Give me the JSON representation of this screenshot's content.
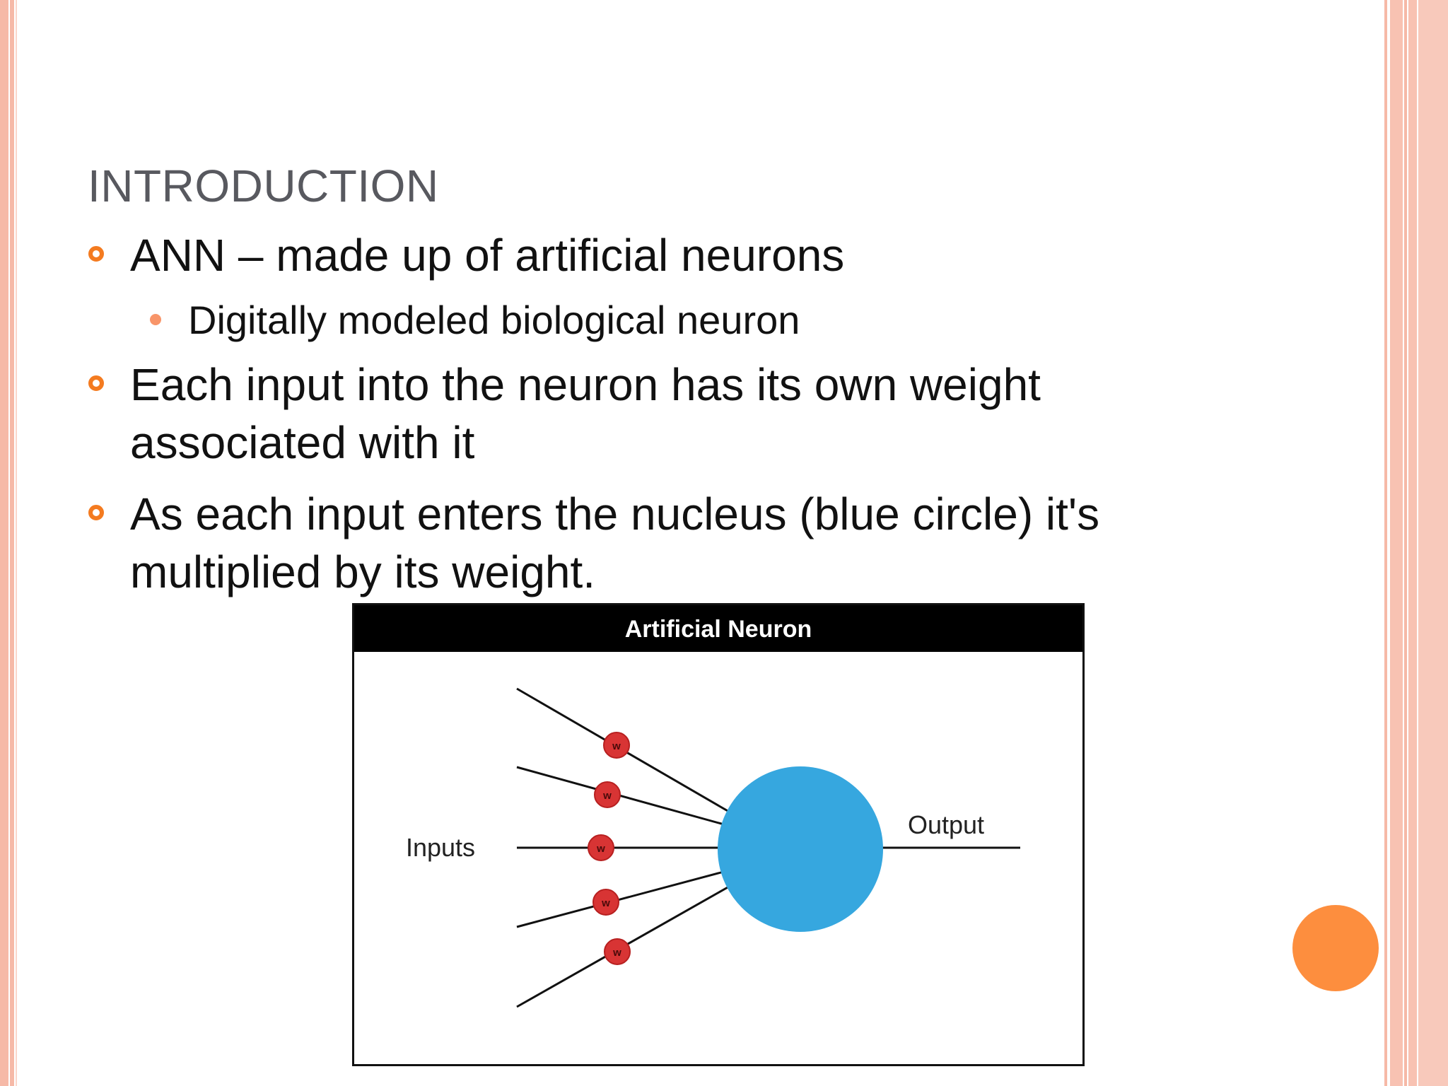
{
  "slide": {
    "title": "INTRODUCTION",
    "bullets": [
      {
        "text": "ANN – made up of artificial neurons",
        "sub": [
          "Digitally modeled biological neuron"
        ]
      },
      {
        "text": "Each input into the neuron has its own weight associated with it"
      },
      {
        "text": "As each input enters the nucleus (blue circle) it's multiplied by its weight."
      }
    ]
  },
  "diagram": {
    "title": "Artificial Neuron",
    "inputs_label": "Inputs",
    "output_label": "Output",
    "weight_label": "w",
    "colors": {
      "nucleus": "#36a7df",
      "weight": "#d83434",
      "header": "#000000"
    }
  },
  "theme": {
    "accent": "#f47b20",
    "border": "#f6b9a7",
    "dot": "#fd8e3e"
  }
}
